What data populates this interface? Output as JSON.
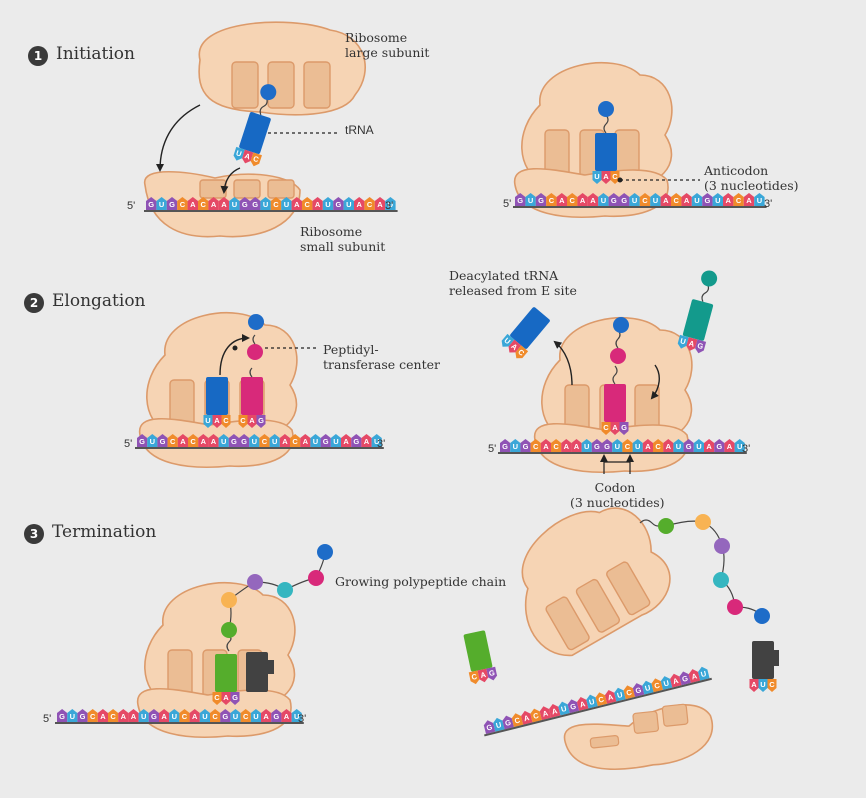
{
  "steps": [
    {
      "number": "1",
      "title": "Initiation"
    },
    {
      "number": "2",
      "title": "Elongation"
    },
    {
      "number": "3",
      "title": "Termination"
    }
  ],
  "labels": {
    "large_subunit": [
      "Ribosome",
      "large subunit"
    ],
    "trna": "tRNA",
    "small_subunit": [
      "Ribosome",
      "small subunit"
    ],
    "anticodon": [
      "Anticodon",
      "(3 nucleotides)"
    ],
    "deacylated": [
      "Deacylated tRNA",
      "released from E site"
    ],
    "peptidyl": [
      "Peptidyl-",
      "transferase center"
    ],
    "codon": [
      "Codon",
      "(3 nucleotides)"
    ],
    "growing": "Growing polypeptide chain"
  },
  "mrna_ends": {
    "five": "5'",
    "three": "3'"
  },
  "sequences": {
    "init": "GUGCACAAUGGUCUACAUGUACAU",
    "elong": "GUGCACAAUGGUCUACAUGUAGAU",
    "term": "GUGCACAAUGAUCAUCGUCUAGAU",
    "released": "GUGCACAAUGAUCAUCGUCUAGAU"
  },
  "anticodons": {
    "init": "UAC",
    "elong_left": "UAC",
    "elong_right": "CAG",
    "elong2": "CAG",
    "term": "CAG",
    "released_green": "CAG",
    "release_factor": "AUC"
  },
  "colors": {
    "background": "#ebebeb",
    "ribosome_fill": "#f6d4b4",
    "ribosome_stroke": "#dc9a6a",
    "site_fill": "#ebbd94",
    "trna_blue": "#1769c4",
    "trna_pink": "#d8297a",
    "trna_teal": "#139a8c",
    "trna_green": "#55ad2c",
    "release_factor": "#424242",
    "base_G": "#8f53b5",
    "base_U": "#3aa7d8",
    "base_C": "#f08b2b",
    "base_A": "#e54966",
    "aa_blue": "#1e6cc8",
    "aa_pink": "#d8297a",
    "aa_teal": "#35b6c0",
    "aa_purple": "#9467bd",
    "aa_orange": "#f8b353",
    "aa_green": "#55ad2c"
  }
}
